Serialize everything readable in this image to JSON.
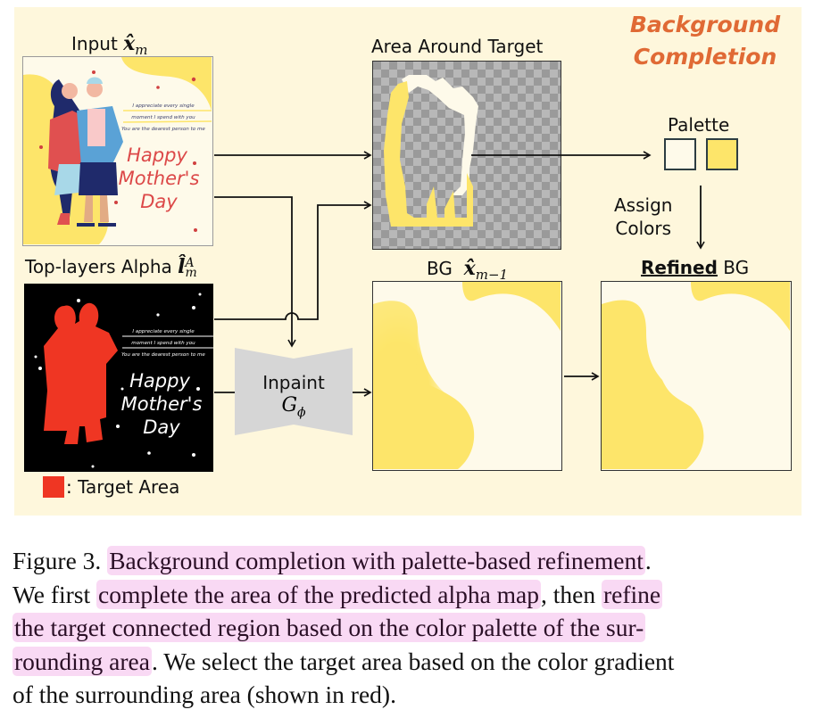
{
  "figure": {
    "title_line1": "Background",
    "title_line2": "Completion",
    "colors": {
      "panel_bg": "#fef7dc",
      "title": "#e06a35",
      "palette_light": "#fefaea",
      "palette_yellow": "#fde56a",
      "target_red": "#ef3623",
      "inpaint_gray": "#d6d6d6",
      "highlight": "#f9d9f4"
    },
    "input": {
      "label": "Input",
      "math": "x̂",
      "subscript": "m",
      "card_text_lines": [
        "I appreciate every single",
        "moment I spend with you",
        "You are the dearest person to me"
      ],
      "card_title_lines": [
        "Happy",
        "Mother's",
        "Day"
      ]
    },
    "alpha": {
      "label": "Top-layers Alpha",
      "math": "l̂",
      "superscript": "A",
      "subscript": "m",
      "card_text_lines": [
        "I appreciate every single",
        "moment I spend with you",
        "You are the dearest person to me"
      ],
      "card_title_lines": [
        "Happy",
        "Mother's",
        "Day"
      ]
    },
    "legend": {
      "label": ": Target Area"
    },
    "area_around": {
      "label": "Area Around Target"
    },
    "inpaint": {
      "label": "Inpaint",
      "math": "G",
      "subscript": "ϕ"
    },
    "bg": {
      "label": "BG",
      "math": "x̂",
      "subscript": "m−1"
    },
    "palette": {
      "label": "Palette"
    },
    "assign": {
      "line1": "Assign",
      "line2": "Colors"
    },
    "refined": {
      "label_bold": "Refined",
      "label_rest": " BG"
    }
  },
  "caption": {
    "lines": [
      [
        {
          "t": "Figure 3. ",
          "h": false
        },
        {
          "t": "Background completion with palette-based refinement",
          "h": true
        },
        {
          "t": ".",
          "h": false
        }
      ],
      [
        {
          "t": "We first ",
          "h": false
        },
        {
          "t": "complete the area of the predicted alpha map",
          "h": true
        },
        {
          "t": ", then ",
          "h": false
        },
        {
          "t": "refine",
          "h": true
        }
      ],
      [
        {
          "t": "the target connected region based on the color palette of the sur-",
          "h": true
        }
      ],
      [
        {
          "t": "rounding area",
          "h": true
        },
        {
          "t": ". We select the target area based on the color gradient",
          "h": false
        }
      ],
      [
        {
          "t": "of the surrounding area (shown in red).",
          "h": false
        }
      ]
    ]
  }
}
